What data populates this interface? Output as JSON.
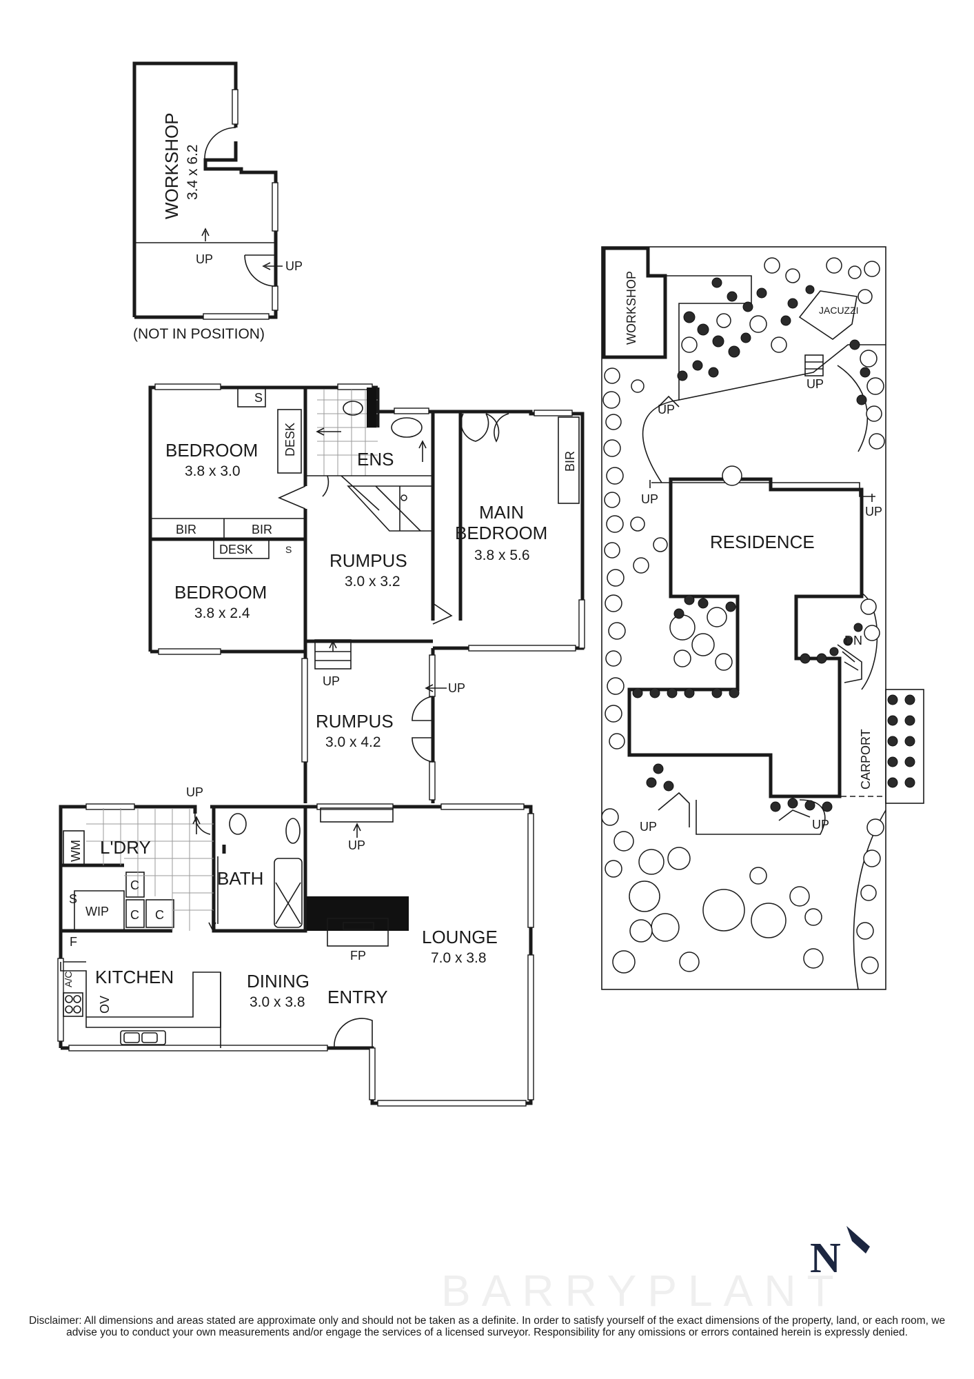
{
  "workshop_plan": {
    "name": "WORKSHOP",
    "size": "3.4 x 6.2",
    "note": "(NOT IN POSITION)",
    "up_label_1": "UP",
    "up_label_2": "UP"
  },
  "upper_level": {
    "rooms": {
      "bedroom_1": {
        "name": "BEDROOM",
        "size": "3.8 x 3.0"
      },
      "bedroom_2": {
        "name": "BEDROOM",
        "size": "3.8 x 2.4"
      },
      "rumpus_1": {
        "name": "RUMPUS",
        "size": "3.0 x 3.2"
      },
      "main_bedroom": {
        "name_line1": "MAIN",
        "name_line2": "BEDROOM",
        "size": "3.8 x 5.6"
      },
      "ens": {
        "name": "ENS"
      }
    },
    "labels": {
      "s_top": "S",
      "desk_vertical": "DESK",
      "bir_left": "BIR",
      "bir_right": "BIR",
      "desk_mid": "DESK",
      "s_mid": "S",
      "bir_main": "BIR",
      "up_stair": "UP"
    }
  },
  "mid_level": {
    "rumpus_2": {
      "name": "RUMPUS",
      "size": "3.0 x 4.2"
    },
    "up_door": "UP"
  },
  "ground_level": {
    "rooms": {
      "laundry": {
        "name": "L'DRY"
      },
      "bath": {
        "name": "BATH"
      },
      "wip": {
        "name": "WIP"
      },
      "kitchen": {
        "name": "KITCHEN"
      },
      "dining": {
        "name": "DINING",
        "size": "3.0 x 3.8"
      },
      "lounge": {
        "name": "LOUNGE",
        "size": "7.0 x 3.8"
      },
      "entry": {
        "name": "ENTRY"
      }
    },
    "labels": {
      "wm": "WM",
      "s": "S",
      "c1": "C",
      "c2": "C",
      "c3": "C",
      "f": "F",
      "ac": "A/C",
      "ov": "OV",
      "fp": "FP",
      "up_laundry": "UP",
      "up_lounge": "UP"
    }
  },
  "site_plan": {
    "workshop": "WORKSHOP",
    "jacuzzi": "JACUZZI",
    "residence": "RESIDENCE",
    "carport": "CARPORT",
    "up_1": "UP",
    "up_2": "UP",
    "up_3": "UP",
    "up_4": "UP",
    "up_5": "UP",
    "up_6": "UP",
    "dn": "DN"
  },
  "compass": "N",
  "watermark": "BARRYPLANT",
  "disclaimer": "Disclaimer: All dimensions and areas stated are approximate only and should not be taken as a definite. In order to satisfy yourself of the exact dimensions of the property, land, or each room, we advise you to conduct your own measurements and/or engage the services of a licensed surveyor. Responsibility for any omissions or errors contained herein is expressly denied.",
  "colors": {
    "line": "#1a1a1a",
    "fireplace": "#111111",
    "compass": "#1c2640"
  }
}
